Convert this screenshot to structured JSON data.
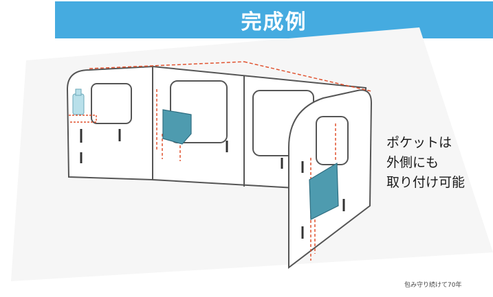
{
  "header": {
    "title": "完成例"
  },
  "note": {
    "lines": [
      "ポケットは",
      "外側にも",
      "取り付け可能"
    ]
  },
  "footer": {
    "brand": "包み守り続けて70年"
  },
  "colors": {
    "header_bg": "#45ABE0",
    "panel_fill": "#ffffff",
    "panel_stroke": "#555555",
    "guide_red": "#E0522F",
    "pocket_teal": "#4E9BAF"
  }
}
